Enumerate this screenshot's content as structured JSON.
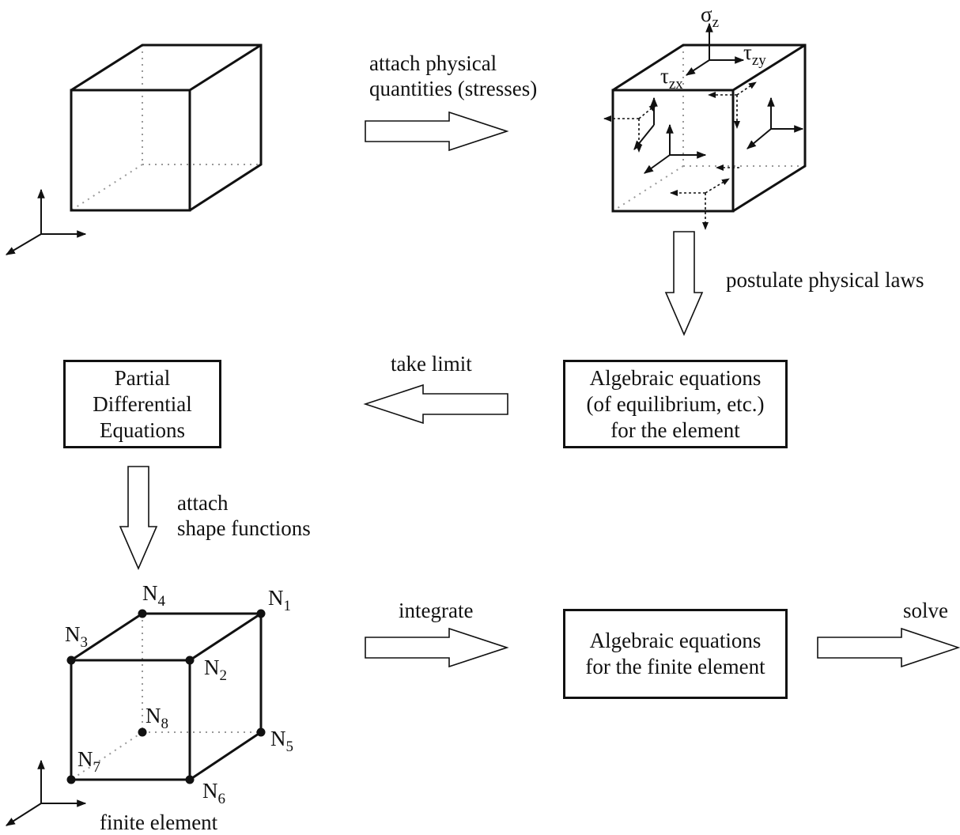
{
  "labels": {
    "attach_quantities": [
      "attach physical",
      "quantities (stresses)"
    ],
    "postulate": "postulate physical laws",
    "take_limit": "take limit",
    "attach_shape": [
      "attach",
      "shape functions"
    ],
    "integrate": "integrate",
    "solve": "solve",
    "finite_element": "finite element"
  },
  "boxes": {
    "pde": [
      "Partial",
      "Differential",
      "Equations"
    ],
    "algebraic_element": [
      "Algebraic equations",
      "(of equilibrium, etc.)",
      "for the element"
    ],
    "algebraic_fe": [
      "Algebraic equations",
      "for the finite element"
    ]
  },
  "stress_symbols": {
    "sigma": {
      "base": "σ",
      "sub": "z"
    },
    "tau_zx": {
      "base": "τ",
      "sub": "zx"
    },
    "tau_zy": {
      "base": "τ",
      "sub": "zy"
    }
  },
  "nodes": [
    {
      "base": "N",
      "sub": "1"
    },
    {
      "base": "N",
      "sub": "2"
    },
    {
      "base": "N",
      "sub": "3"
    },
    {
      "base": "N",
      "sub": "4"
    },
    {
      "base": "N",
      "sub": "5"
    },
    {
      "base": "N",
      "sub": "6"
    },
    {
      "base": "N",
      "sub": "7"
    },
    {
      "base": "N",
      "sub": "8"
    }
  ]
}
